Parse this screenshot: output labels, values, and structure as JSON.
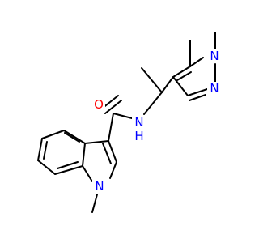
{
  "molecule": {
    "colors": {
      "bond": "#000000",
      "oxygen": "#ff0000",
      "nitrogen": "#0000ff",
      "background": "#ffffff"
    },
    "atoms": {
      "O": "O",
      "NH": "N",
      "H": "H",
      "N_indole": "N",
      "N_pyrazole1": "N",
      "N_pyrazole2": "N"
    }
  }
}
